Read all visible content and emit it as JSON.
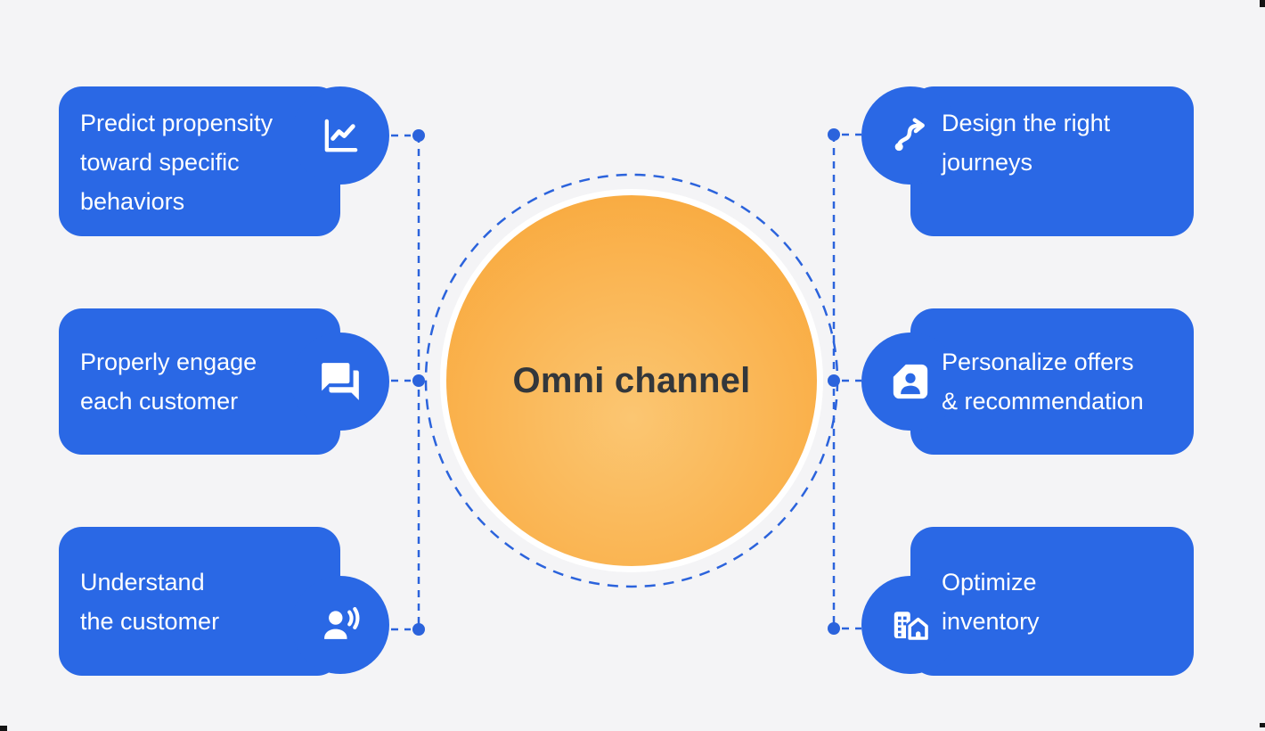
{
  "center": {
    "title": "Omni channel"
  },
  "items": {
    "left": [
      {
        "label": "Predict propensity toward specific behaviors",
        "icon": "line-chart-icon",
        "lines": [
          "Predict propensity",
          "toward specific",
          "behaviors"
        ]
      },
      {
        "label": "Properly engage each customer",
        "icon": "chat-bubbles-icon",
        "lines": [
          "Properly engage",
          "each customer"
        ]
      },
      {
        "label": "Understand the customer",
        "icon": "speaking-person-icon",
        "lines": [
          "Understand",
          "the customer"
        ]
      }
    ],
    "right": [
      {
        "label": "Design the right journeys",
        "icon": "journey-route-icon",
        "lines": [
          "Design the right",
          "journeys"
        ]
      },
      {
        "label": "Personalize offers & recommendation",
        "icon": "person-badge-icon",
        "lines": [
          "Personalize offers",
          "& recommendation"
        ]
      },
      {
        "label": "Optimize inventory",
        "icon": "warehouse-icon",
        "lines": [
          "Optimize",
          "inventory"
        ]
      }
    ]
  },
  "colors": {
    "bg": "#f4f4f6",
    "box-blue": "#2a68e5",
    "connector-blue": "#2b63dc",
    "orange-dark": "#f9aa3f",
    "orange-light": "#fbc672",
    "title-text": "#33373b",
    "white": "#ffffff"
  }
}
